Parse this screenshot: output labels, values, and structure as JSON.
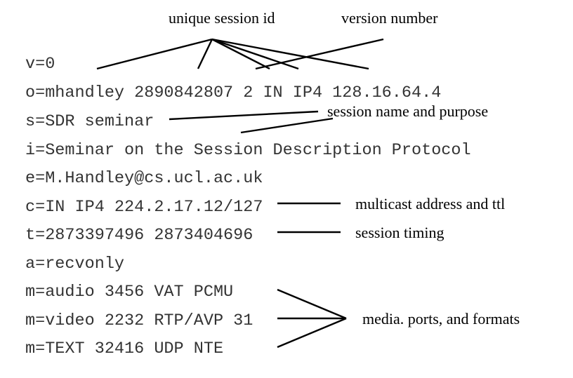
{
  "sdp_lines": [
    "v=0",
    "o=mhandley 2890842807 2 IN IP4 128.16.64.4",
    "s=SDR seminar",
    "i=Seminar on the Session Description Protocol",
    "e=M.Handley@cs.ucl.ac.uk",
    "c=IN IP4 224.2.17.12/127",
    "t=2873397496 2873404696",
    "a=recvonly",
    "m=audio 3456 VAT PCMU",
    "m=video 2232 RTP/AVP 31",
    "m=TEXT 32416 UDP NTE"
  ],
  "annotations": {
    "session_id": "unique session id",
    "version": "version number",
    "session_name": "session name and purpose",
    "multicast": "multicast address and ttl",
    "timing": "session timing",
    "media": "media. ports, and formats"
  }
}
